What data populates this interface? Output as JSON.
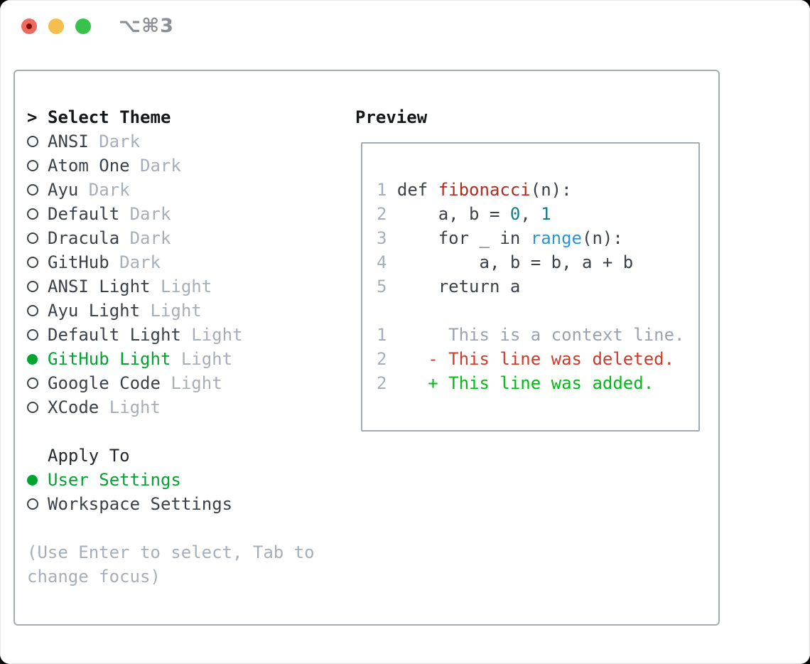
{
  "window": {
    "shortcut_label": "⌥⌘3"
  },
  "traffic_lights": [
    {
      "name": "close",
      "color": "#ee6a5e",
      "dot": "#7c1206"
    },
    {
      "name": "minimize",
      "color": "#f5bf4f"
    },
    {
      "name": "zoom",
      "color": "#38c24b"
    }
  ],
  "theme_list": {
    "header_marker": ">",
    "header": "Select Theme",
    "items": [
      {
        "label": "ANSI",
        "variant": "Dark",
        "selected": false
      },
      {
        "label": "Atom One",
        "variant": "Dark",
        "selected": false
      },
      {
        "label": "Ayu",
        "variant": "Dark",
        "selected": false
      },
      {
        "label": "Default",
        "variant": "Dark",
        "selected": false
      },
      {
        "label": "Dracula",
        "variant": "Dark",
        "selected": false
      },
      {
        "label": "GitHub",
        "variant": "Dark",
        "selected": false
      },
      {
        "label": "ANSI Light",
        "variant": "Light",
        "selected": false
      },
      {
        "label": "Ayu Light",
        "variant": "Light",
        "selected": false
      },
      {
        "label": "Default Light",
        "variant": "Light",
        "selected": false
      },
      {
        "label": "GitHub Light",
        "variant": "Light",
        "selected": true
      },
      {
        "label": "Google Code",
        "variant": "Light",
        "selected": false
      },
      {
        "label": "XCode",
        "variant": "Light",
        "selected": false
      }
    ]
  },
  "apply_to": {
    "header": "Apply To",
    "options": [
      {
        "label": "User Settings",
        "selected": true
      },
      {
        "label": "Workspace Settings",
        "selected": false
      }
    ]
  },
  "help_lines": [
    "(Use Enter to select, Tab to",
    "change focus)"
  ],
  "preview": {
    "header": "Preview",
    "lines": [
      [
        [
          "ln",
          "1 "
        ],
        [
          "plain",
          "def "
        ],
        [
          "func",
          "fibonacci"
        ],
        [
          "plain",
          "(n):"
        ]
      ],
      [
        [
          "ln",
          "2 "
        ],
        [
          "plain",
          "    a, b = "
        ],
        [
          "num",
          "0"
        ],
        [
          "plain",
          ", "
        ],
        [
          "num",
          "1"
        ]
      ],
      [
        [
          "ln",
          "3 "
        ],
        [
          "plain",
          "    for _ in "
        ],
        [
          "builtin",
          "range"
        ],
        [
          "plain",
          "(n):"
        ]
      ],
      [
        [
          "ln",
          "4 "
        ],
        [
          "plain",
          "        a, b = b, a + b"
        ]
      ],
      [
        [
          "ln",
          "5 "
        ],
        [
          "plain",
          "    return a"
        ]
      ],
      [],
      [
        [
          "ln",
          "1 "
        ],
        [
          "ctx",
          "     This is a context line."
        ]
      ],
      [
        [
          "ln",
          "2 "
        ],
        [
          "del",
          "   - This line was deleted."
        ]
      ],
      [
        [
          "ln",
          "2 "
        ],
        [
          "add",
          "   + This line was added."
        ]
      ]
    ]
  },
  "colors": {
    "selected_green": "#00a42f",
    "added_green": "#00bb13",
    "deleted_red": "#cd3a29",
    "function_red": "#b12a1e",
    "number_teal": "#0d7f85",
    "builtin_blue": "#2a95d6",
    "muted_gray": "#a6afb9",
    "text_dark": "#3a4149",
    "panel_border": "#a3abb5"
  }
}
